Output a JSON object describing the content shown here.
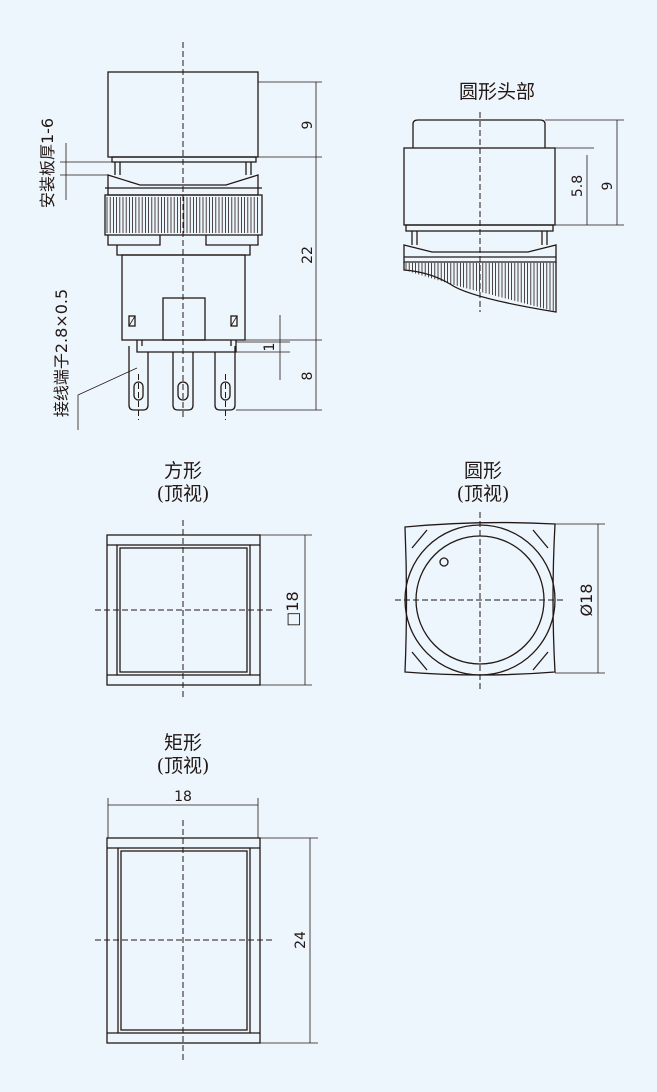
{
  "side_view": {
    "panel_thickness_label": "安装板厚1-6",
    "terminal_label": "接线端子2.8×0.5",
    "dim_head": "9",
    "dim_body": "22",
    "dim_gap": "1",
    "dim_terminal": "8"
  },
  "round_head": {
    "title": "圆形头部",
    "dim_inner": "5.8",
    "dim_outer": "9"
  },
  "square_top": {
    "title": "方形",
    "subtitle": "(顶视)",
    "dim": "□18"
  },
  "round_top": {
    "title": "圆形",
    "subtitle": "(顶视)",
    "dim": "Ø18"
  },
  "rect_top": {
    "title": "矩形",
    "subtitle": "(顶视)",
    "dim_width": "18",
    "dim_height": "24"
  },
  "colors": {
    "background": "#eef6fd",
    "line": "#231815"
  }
}
